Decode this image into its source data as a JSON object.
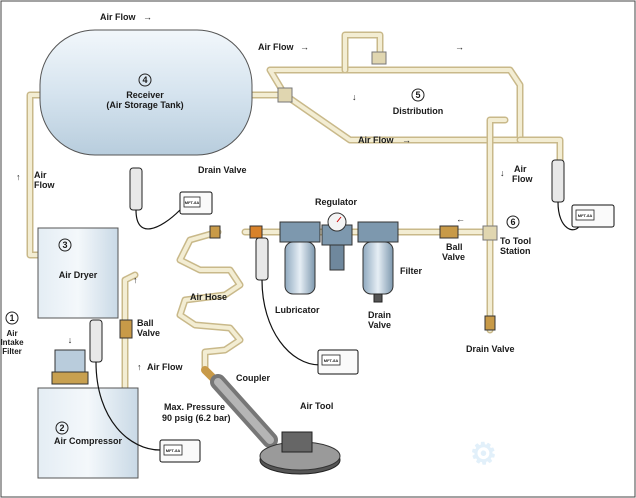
{
  "labels": {
    "air_flow_top": "Air Flow",
    "air_flow_dist": "Air Flow",
    "receiver_num": "4",
    "receiver_line1": "Receiver",
    "receiver_line2": "(Air Storage Tank)",
    "distribution_num": "5",
    "distribution": "Distribution",
    "air_flow_mid": "Air Flow",
    "drain_valve_receiver": "Drain Valve",
    "air_flow_left_1": "Air",
    "air_flow_left_2": "Flow",
    "air_flow_right_1": "Air",
    "air_flow_right_2": "Flow",
    "dryer_num": "3",
    "air_dryer": "Air Dryer",
    "regulator": "Regulator",
    "tool_station_num": "6",
    "tool_station_1": "To Tool",
    "tool_station_2": "Station",
    "ball_valve_right_1": "Ball",
    "ball_valve_right_2": "Valve",
    "filter": "Filter",
    "air_hose": "Air Hose",
    "lubricator": "Lubricator",
    "drain_valve_filter_1": "Drain",
    "drain_valve_filter_2": "Valve",
    "drain_valve_right": "Drain Valve",
    "intake_num": "1",
    "intake_1": "Air",
    "intake_2": "Intake",
    "intake_3": "Filter",
    "ball_valve_left_1": "Ball",
    "ball_valve_left_2": "Valve",
    "air_flow_comp": "Air Flow",
    "coupler": "Coupler",
    "max_pressure_1": "Max. Pressure",
    "max_pressure_2": "90 psig (6.2 bar)",
    "air_tool": "Air Tool",
    "compressor_num": "2",
    "air_compressor": "Air Compressor",
    "meter_text": "MFT-8A",
    "arrow_right": "→",
    "arrow_left": "←",
    "arrow_up": "↑",
    "arrow_down": "↓"
  },
  "colors": {
    "pipe": "#c9b98a",
    "pipe_inner": "#f3edd3",
    "equipment": "#d6e4ef",
    "watermark": "#3b9be0"
  }
}
